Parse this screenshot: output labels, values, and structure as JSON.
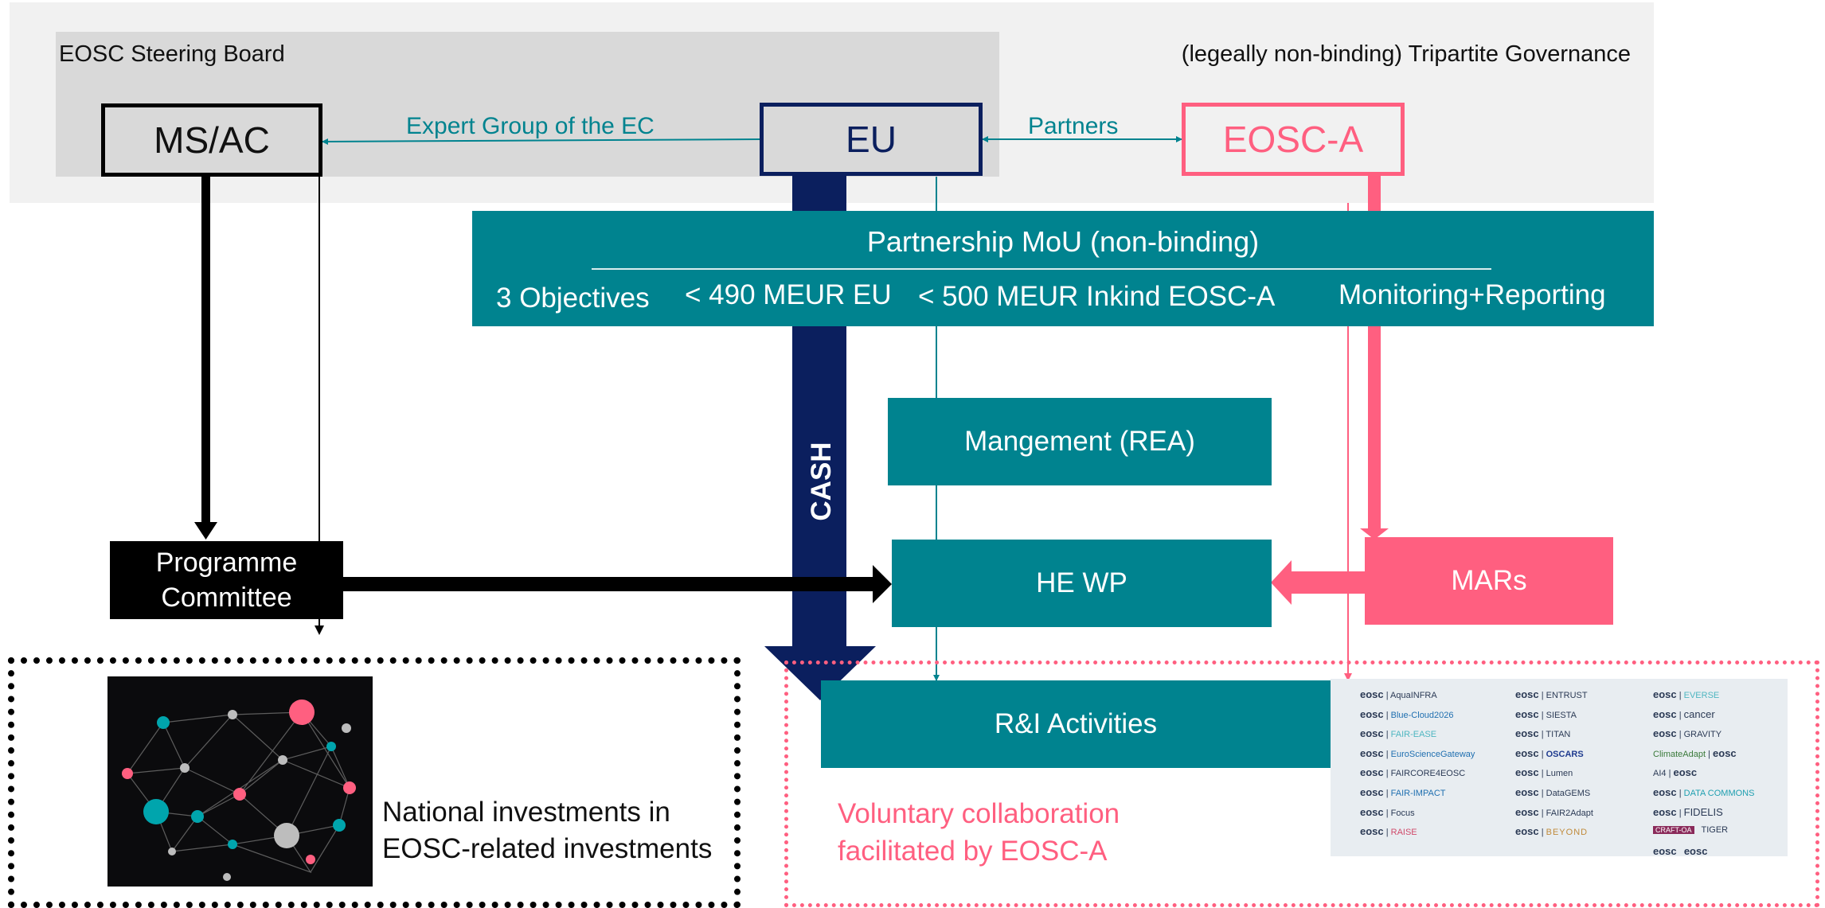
{
  "colors": {
    "teal": "#00838f",
    "navy": "#0b1f5e",
    "pink": "#ff5f80",
    "black": "#000000",
    "governance_bg": "#f1f1f1",
    "board_bg": "#d9d9d9"
  },
  "governance": {
    "steering_board_label": "EOSC Steering Board",
    "tripartite_label": "(legeally non-binding) Tripartite Governance"
  },
  "nodes": {
    "ms_ac": "MS/AC",
    "eu": "EU",
    "eosc_a": "EOSC-A"
  },
  "relations": {
    "expert_group": "Expert Group of the EC",
    "partners": "Partners"
  },
  "partnership": {
    "title": "Partnership MoU (non-binding)",
    "items": [
      "3 Objectives",
      "< 490 MEUR EU",
      "< 500 MEUR Inkind EOSC-A",
      "Monitoring+Reporting"
    ]
  },
  "cash_label": "CASH",
  "boxes": {
    "management": "Mangement (REA)",
    "he_wp": "HE WP",
    "mars": "MARs",
    "programme_committee": "Programme Committee",
    "ri_activities": "R&I Activities"
  },
  "national_investments": "National investments in EOSC-related investments",
  "voluntary_collaboration": "Voluntary collaboration facilitated by EOSC-A",
  "projects": {
    "prefix": "eosc",
    "columns": [
      [
        "AquaINFRA",
        "Blue-Cloud2026",
        "FAIR-EASE",
        "EuroScienceGateway",
        "FAIRCORE4EOSC",
        "FAIR-IMPACT",
        "Focus",
        "RAISE"
      ],
      [
        "ENTRUST",
        "SIESTA",
        "TITAN",
        "OSCARS",
        "Lumen",
        "DataGEMS",
        "FAIR2Adapt",
        "BEYOND"
      ],
      [
        "EVERSE",
        "cancer",
        "GRAVITY",
        "ClimateAdapt",
        "AI4",
        "DATA COMMONS",
        "FIDELIS",
        "CRAFT-OA",
        "TIGER"
      ]
    ]
  }
}
